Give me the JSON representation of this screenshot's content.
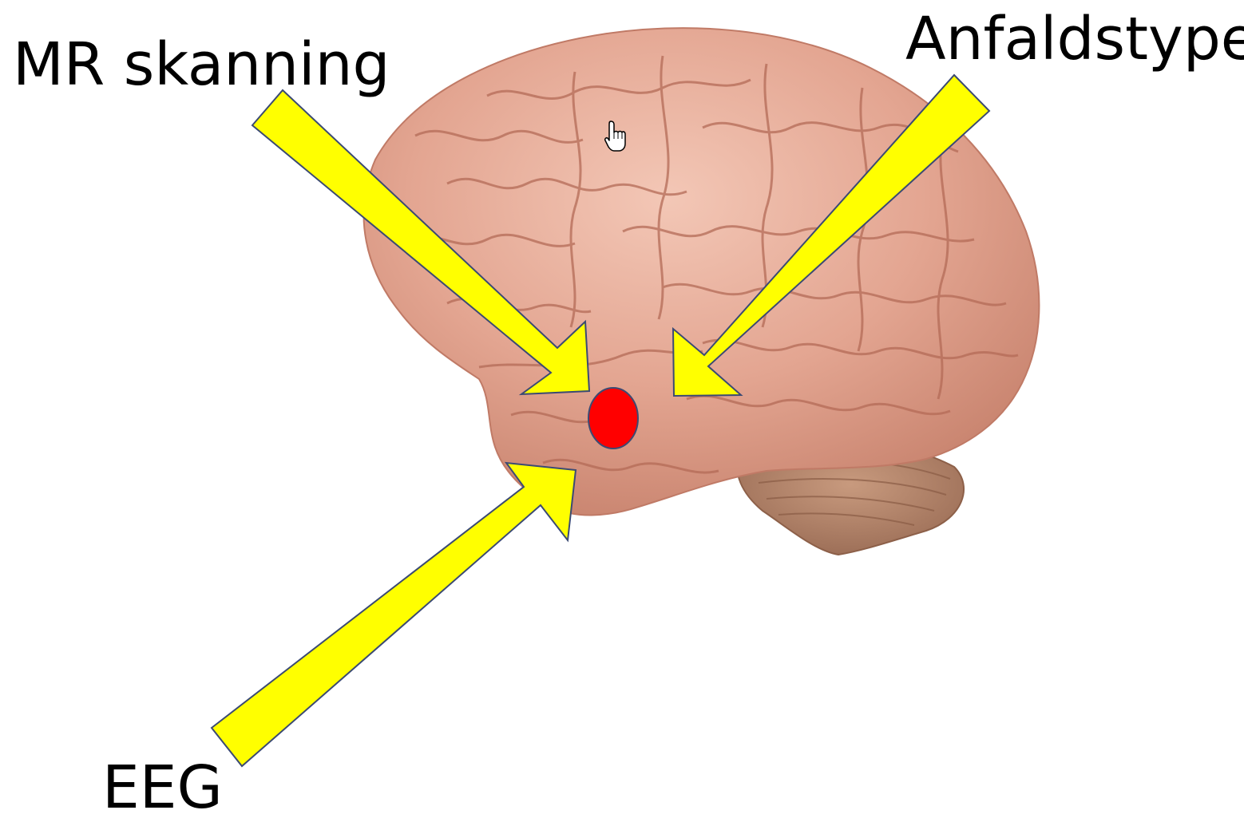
{
  "labels": {
    "mr_scan": "MR skanning",
    "seizure_type": "Anfaldstype",
    "eeg": "EEG"
  },
  "colors": {
    "arrow_fill": "#ffff00",
    "arrow_stroke": "#3b4a73",
    "focus_marker": "#ff0000",
    "brain": "#e7ad9a",
    "cerebellum": "#b48468",
    "background": "#ffffff"
  },
  "icons": {
    "cursor": "hand-pointer-icon"
  }
}
